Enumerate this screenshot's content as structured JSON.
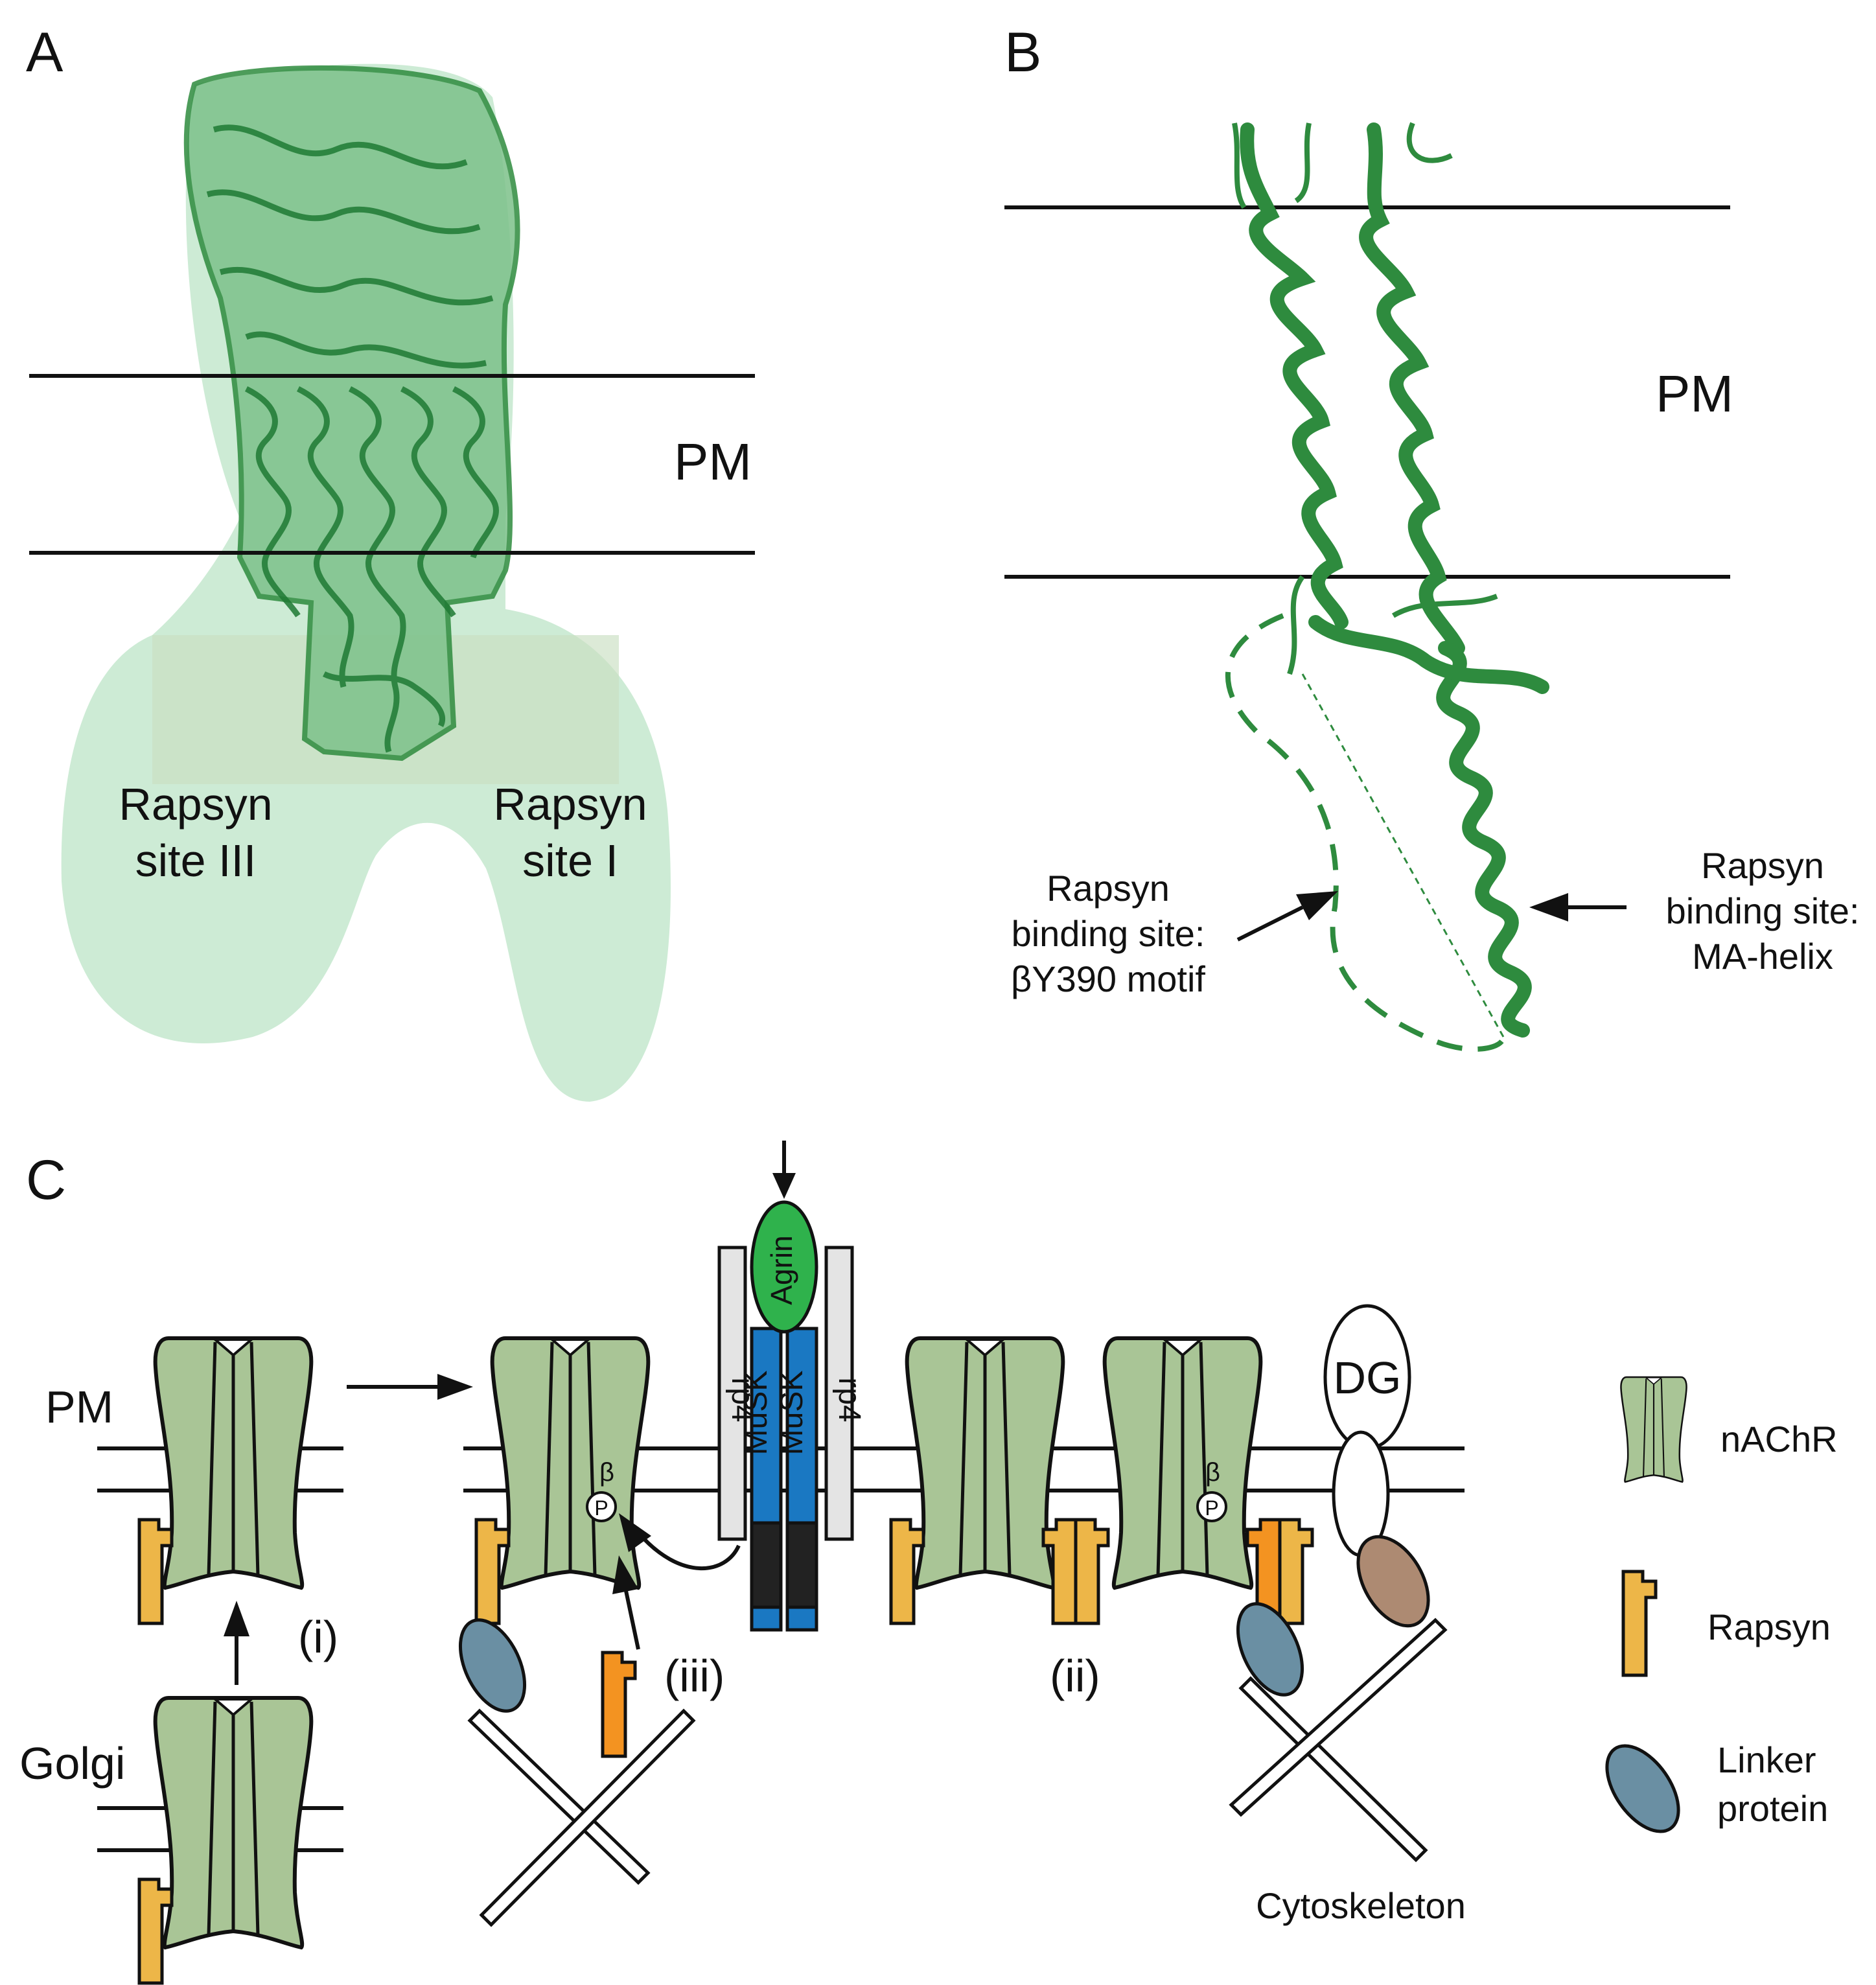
{
  "panels": {
    "a": {
      "letter": "A",
      "membrane_label": "PM",
      "site3": [
        "Rapsyn",
        "site III"
      ],
      "site1": [
        "Rapsyn",
        "site I"
      ]
    },
    "b": {
      "letter": "B",
      "membrane_label": "PM",
      "left_site": [
        "Rapsyn",
        "binding site:",
        "βY390 motif"
      ],
      "right_site": [
        "Rapsyn",
        "binding site:",
        "MA-helix"
      ]
    },
    "c": {
      "letter": "C",
      "pm_label": "PM",
      "golgi_label": "Golgi",
      "step_i": "(i)",
      "step_ii": "(ii)",
      "step_iii": "(iii)",
      "agrin": "Agrin",
      "lrp4": "rp4",
      "musk": "MuSK",
      "dg": "DG",
      "beta": "β",
      "phospho": "P",
      "cytoskeleton": "Cytoskeleton"
    }
  },
  "legend": {
    "nachr": "nAChR",
    "rapsyn": "Rapsyn",
    "linker": [
      "Linker",
      "protein"
    ]
  },
  "colors": {
    "protein_green": "#2e8b3e",
    "halo_green": "#cdebd5",
    "receptor_fill": "#a9c596",
    "rapsyn_yellow": "#edb648",
    "rapsyn_orange": "#f39321",
    "linker_blue": "#6a8fa3",
    "musk_blue": "#1a78c2",
    "agrin_green": "#2fb24c",
    "lrp4_grey": "#e4e4e4",
    "dg_brown": "#ad8a72"
  }
}
